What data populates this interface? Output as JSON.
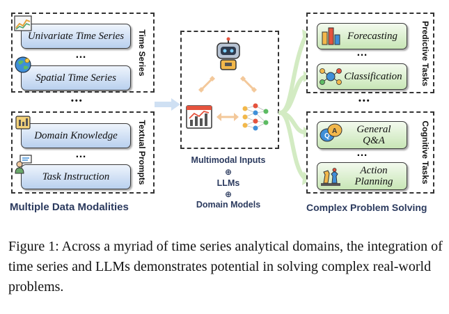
{
  "left": {
    "time_series_label": "Time Series",
    "textual_prompts_label": "Textual Prompts",
    "univariate": "Univariate Time Series",
    "spatial": "Spatial Time Series",
    "domain_knowledge": "Domain Knowledge",
    "task_instruction": "Task Instruction",
    "ellipsis": "…",
    "between_dots": "•••",
    "title": "Multiple Data Modalities"
  },
  "center": {
    "line1": "Multimodal Inputs",
    "plus": "⊕",
    "line2": "LLMs",
    "line3": "Domain Models"
  },
  "right": {
    "predictive_label": "Predictive Tasks",
    "cognitive_label": "Cognitive Tasks",
    "forecasting": "Forecasting",
    "classification": "Classification",
    "general_qa_1": "General",
    "general_qa_2": "Q&A",
    "action_planning_1": "Action",
    "action_planning_2": "Planning",
    "ellipsis": "…",
    "between_dots": "•••",
    "title": "Complex Problem Solving"
  },
  "caption": "Figure 1: Across a myriad of time series analytical domains, the integration of time series and LLMs demonstrates potential in solving complex real-world problems."
}
